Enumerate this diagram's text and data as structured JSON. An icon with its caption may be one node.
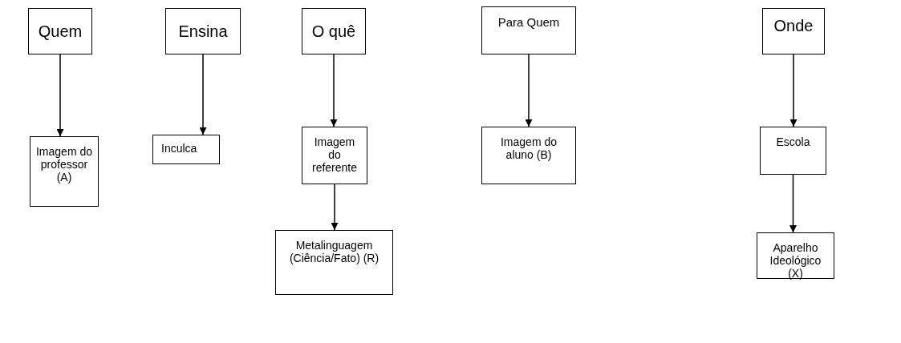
{
  "diagram": {
    "nodes": [
      {
        "text": [
          "Quem"
        ]
      },
      {
        "text": [
          "Ensina"
        ]
      },
      {
        "text": [
          "O quê"
        ]
      },
      {
        "text": [
          "Para Quem"
        ]
      },
      {
        "text": [
          "Onde"
        ]
      },
      {
        "text": [
          "Imagem do professor (A)"
        ]
      },
      {
        "text": [
          "Inculca"
        ]
      },
      {
        "text": [
          "Imagem do referente"
        ]
      },
      {
        "text": [
          "Imagem do aluno (B)"
        ]
      },
      {
        "text": [
          "Escola"
        ]
      },
      {
        "text": [
          "Metalinguagem (Ciência/Fato) (R)"
        ]
      },
      {
        "text": [
          "Aparelho Ideológico (X)"
        ]
      }
    ],
    "edges": [
      {
        "from": 0,
        "to": 5,
        "arrow": "to"
      },
      {
        "from": 1,
        "to": 6,
        "arrow": "to"
      },
      {
        "from": 2,
        "to": 7,
        "arrow": "to"
      },
      {
        "from": 3,
        "to": 8,
        "arrow": "to"
      },
      {
        "from": 4,
        "to": 9,
        "arrow": "to"
      },
      {
        "from": 7,
        "to": 10,
        "arrow": "to"
      },
      {
        "from": 9,
        "to": 11,
        "arrow": "to"
      }
    ]
  }
}
